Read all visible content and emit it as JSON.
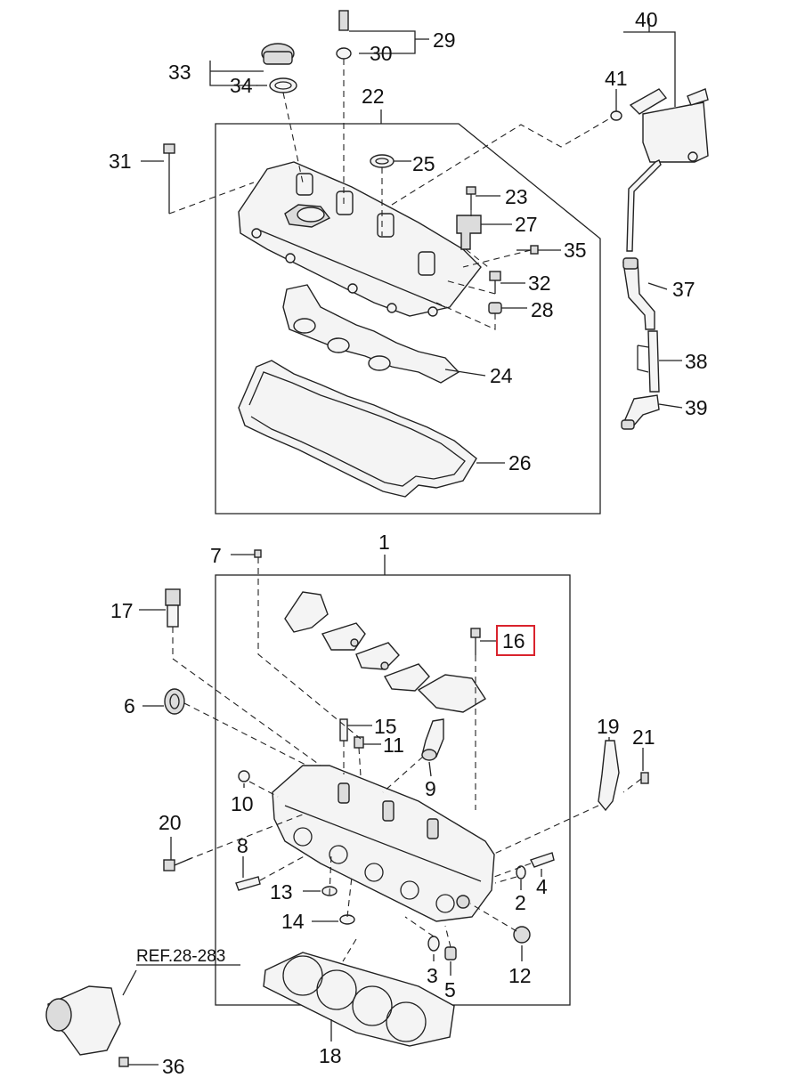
{
  "callouts": {
    "n1": "1",
    "n2": "2",
    "n3": "3",
    "n4": "4",
    "n5": "5",
    "n6": "6",
    "n7": "7",
    "n8": "8",
    "n9": "9",
    "n10": "10",
    "n11": "11",
    "n12": "12",
    "n13": "13",
    "n14": "14",
    "n15": "15",
    "n16": "16",
    "n17": "17",
    "n18": "18",
    "n19": "19",
    "n20": "20",
    "n21": "21",
    "n22": "22",
    "n23": "23",
    "n24": "24",
    "n25": "25",
    "n26": "26",
    "n27": "27",
    "n28": "28",
    "n29": "29",
    "n30": "30",
    "n31": "31",
    "n32": "32",
    "n33": "33",
    "n34": "34",
    "n35": "35",
    "n36": "36",
    "n37": "37",
    "n38": "38",
    "n39": "39",
    "n40": "40",
    "n41": "41"
  },
  "reference": "REF.28-283",
  "highlight": {
    "callout": "16",
    "color": "#d9232d"
  }
}
